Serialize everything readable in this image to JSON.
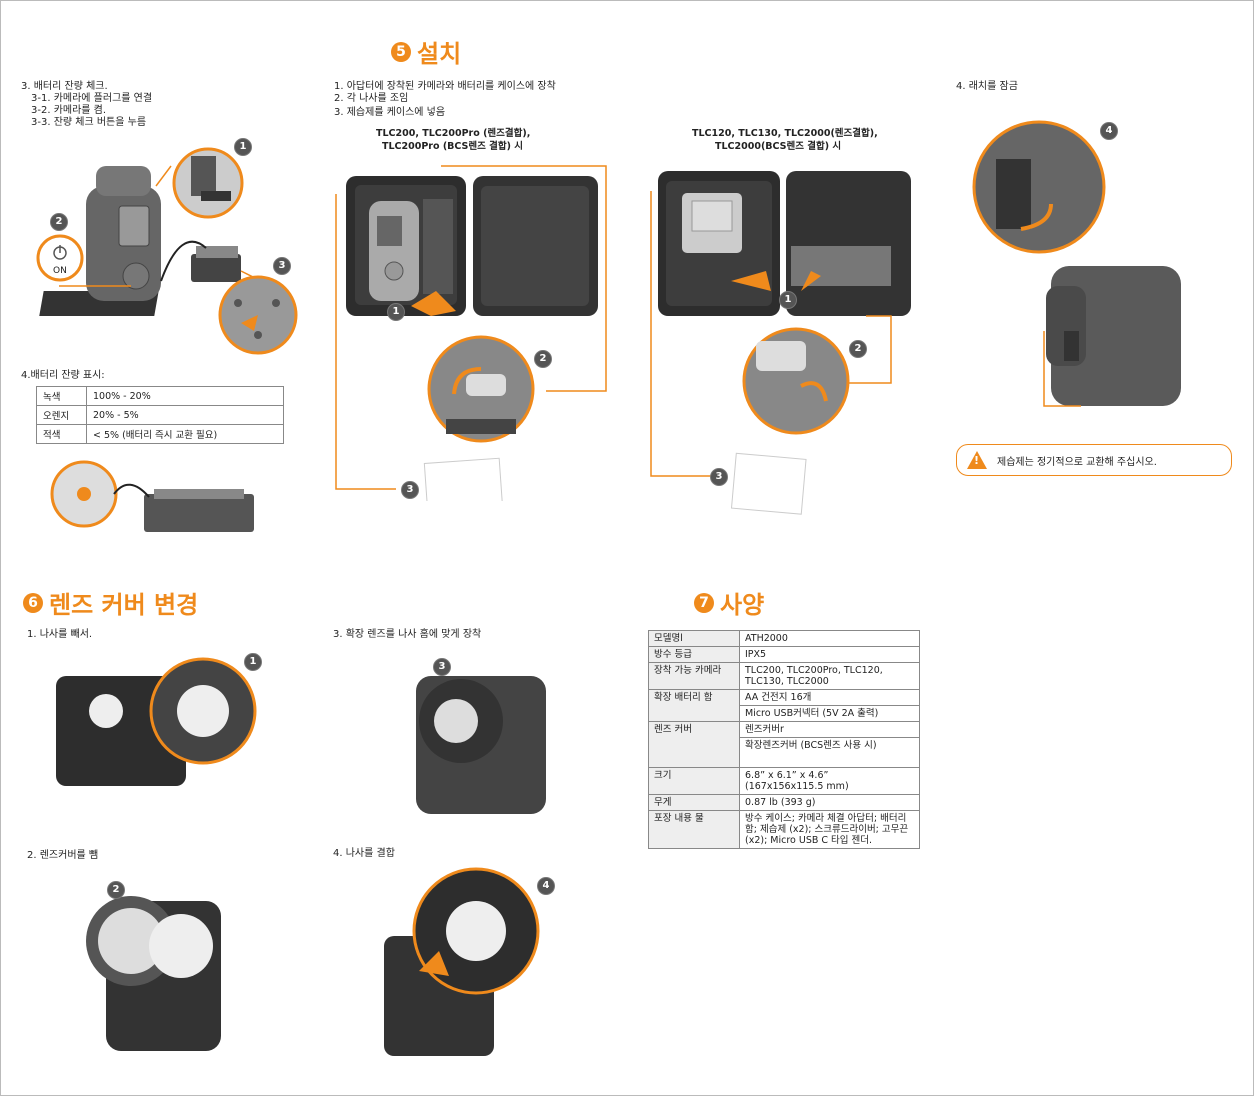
{
  "sections": {
    "install": {
      "num": "5",
      "title": "설치"
    },
    "lens": {
      "num": "6",
      "title": "렌즈 커버 변경"
    },
    "spec": {
      "num": "7",
      "title": "사양"
    }
  },
  "battery_check": {
    "title": "3. 배터리 잔량 체크.",
    "steps": [
      "3-1. 카메라에 플러그를 연결",
      "3-2. 카메라를 켬.",
      "3-3. 잔량 체크 버튼을 누름"
    ],
    "on_label": "ON"
  },
  "battery_display": {
    "title": "4.배터리 잔량 표시:",
    "rows": [
      {
        "color": "녹색",
        "range": "100% - 20%"
      },
      {
        "color": "오렌지",
        "range": "20% - 5%"
      },
      {
        "color": "적색",
        "range": "< 5% (배터리 즉시 교환 필요)"
      }
    ]
  },
  "install_steps": [
    "1. 아답터에 장착된 카메라와 배터리를 케이스에 장착",
    "2. 각 나사를 조임",
    "3. 제습제를 케이스에 넣음"
  ],
  "model_group_a": [
    "TLC200, TLC200Pro (렌즈결합),",
    "TLC200Pro (BCS렌즈 결합) 시"
  ],
  "model_group_b": [
    "TLC120, TLC130, TLC2000(렌즈결합),",
    "TLC2000(BCS렌즈 결합) 시"
  ],
  "latch_step": "4. 래치를 잠금",
  "warning": "제습제는 정기적으로 교환해 주십시오.",
  "lens_steps": {
    "s1": "1. 나사를 빼서.",
    "s2": "2. 렌즈커버를 뺌",
    "s3": "3. 확장 렌즈를 나사 홈에 맞게 장착",
    "s4": "4. 나사를 결합"
  },
  "badges": [
    "1",
    "2",
    "3",
    "4"
  ],
  "spec_table": {
    "model_label": "모델명l",
    "model_value": "ATH2000",
    "ip_label": "방수 등급",
    "ip_value": "IPX5",
    "cam_label": "장착 가능 카메라",
    "cam_value": "TLC200, TLC200Pro, TLC120, TLC130, TLC2000",
    "bat_label": "확장 배터리 함",
    "bat_value1": "AA 건전지 16개",
    "bat_value2": "Micro USB커넥터 (5V 2A 출력)",
    "lens_label": "렌즈 커버",
    "lens_value1": "렌즈커버r",
    "lens_value2": "확장렌즈커버 (BCS렌즈 사용 시)",
    "size_label": "크기",
    "size_value": "6.8” x 6.1” x 4.6”\n(167x156x115.5 mm)",
    "weight_label": "무게",
    "weight_value": "0.87 lb (393 g)",
    "pkg_label": "포장 내용 물",
    "pkg_value": "방수 케이스; 카메라 체결 아답터; 배터리 함; 제습제 (x2); 스크류드라이버; 고무끈 (x2); Micro USB C 타입 젠더."
  },
  "colors": {
    "accent": "#ef8a1c",
    "device": "#5a5a5a",
    "dark": "#333333"
  },
  "icons": [
    "power-icon",
    "warning-icon",
    "arrow-icon",
    "rotate-arrow-icon"
  ]
}
